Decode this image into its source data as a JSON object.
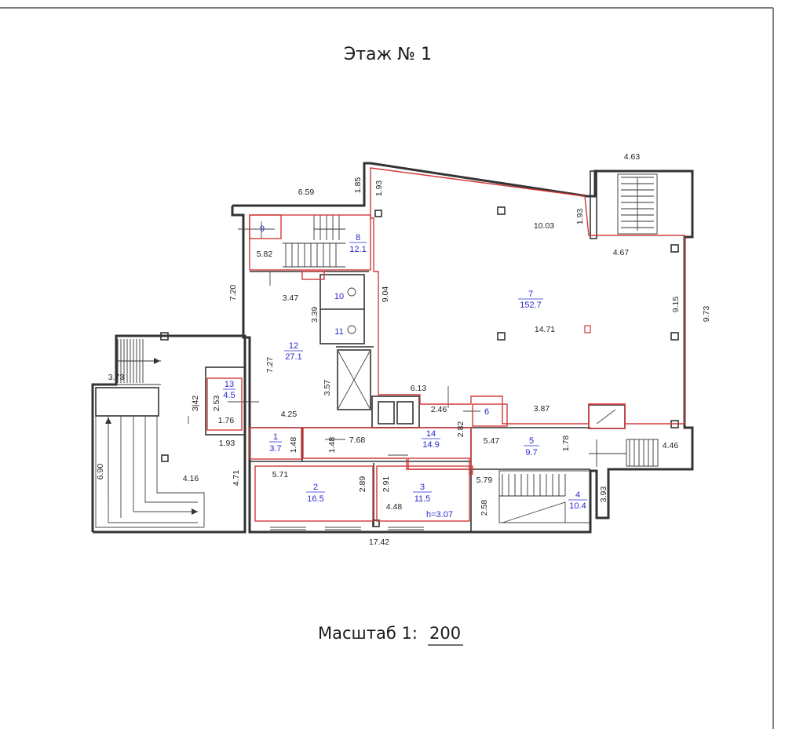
{
  "title": "Этаж № 1",
  "scale": {
    "label": "Масштаб  1:",
    "value": "200"
  },
  "rooms": [
    {
      "id": "1",
      "area": "3.7"
    },
    {
      "id": "2",
      "area": "16.5"
    },
    {
      "id": "3",
      "area": "11.5"
    },
    {
      "id": "4",
      "area": "10.4"
    },
    {
      "id": "5",
      "area": "9.7"
    },
    {
      "id": "6",
      "area": ""
    },
    {
      "id": "7",
      "area": "152.7"
    },
    {
      "id": "8",
      "area": "12.1"
    },
    {
      "id": "9",
      "area": ""
    },
    {
      "id": "10",
      "area": ""
    },
    {
      "id": "11",
      "area": ""
    },
    {
      "id": "12",
      "area": "27.1"
    },
    {
      "id": "13",
      "area": "4.5"
    },
    {
      "id": "14",
      "area": "14.9"
    }
  ],
  "ceiling_height": "h=3.07",
  "dimensions": [
    "4.63",
    "1.85",
    "1.93",
    "6.59",
    "10.03",
    "1.93",
    "5.82",
    "4.67",
    "7.20",
    "3.47",
    "3.39",
    "9.04",
    "9.15",
    "9.73",
    "14.71",
    "3.73",
    "7.27",
    "3.57",
    "3|42",
    "2.53",
    "1.76",
    "4.25",
    "6.13",
    "2.46",
    "3.87",
    "2.82",
    "1.93",
    "1.48",
    "1.48",
    "7.68",
    "5.47",
    "1.78",
    "4.46",
    "6.90",
    "4.16",
    "4.71",
    "5.71",
    "2.89",
    "2.91",
    "4.48",
    "5.79",
    "2.58",
    "3.93",
    "17.42"
  ]
}
